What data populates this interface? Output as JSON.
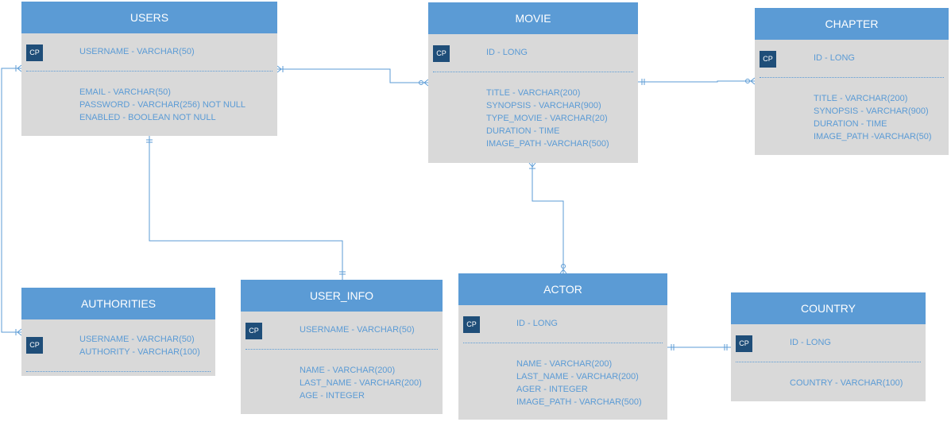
{
  "colors": {
    "header": "#5b9bd5",
    "body": "#d9d9d9",
    "badge": "#1f4e79",
    "line": "#5b9bd5"
  },
  "entities": {
    "users": {
      "title": "USERS",
      "badge": "CP",
      "pk": "USERNAME - VARCHAR(50)",
      "attrs": [
        "EMAIL - VARCHAR(50)",
        "PASSWORD - VARCHAR(256) NOT NULL",
        "ENABLED - BOOLEAN NOT NULL"
      ]
    },
    "movie": {
      "title": "MOVIE",
      "badge": "CP",
      "pk": "ID - LONG",
      "attrs": [
        "TITLE - VARCHAR(200)",
        "SYNOPSIS - VARCHAR(900)",
        "TYPE_MOVIE - VARCHAR(20)",
        "DURATION - TIME",
        "IMAGE_PATH -VARCHAR(500)"
      ]
    },
    "chapter": {
      "title": "CHAPTER",
      "badge": "CP",
      "pk": "ID - LONG",
      "attrs": [
        "TITLE - VARCHAR(200)",
        "SYNOPSIS - VARCHAR(900)",
        "DURATION - TIME",
        "IMAGE_PATH -VARCHAR(50)"
      ]
    },
    "authorities": {
      "title": "AUTHORITIES",
      "badge": "CP",
      "pk_lines": [
        "USERNAME - VARCHAR(50)",
        "AUTHORITY - VARCHAR(100)"
      ]
    },
    "user_info": {
      "title": "USER_INFO",
      "badge": "CP",
      "pk": "USERNAME - VARCHAR(50)",
      "attrs": [
        "NAME - VARCHAR(200)",
        "LAST_NAME - VARCHAR(200)",
        "AGE - INTEGER"
      ]
    },
    "actor": {
      "title": "ACTOR",
      "badge": "CP",
      "pk": "ID  - LONG",
      "attrs": [
        "NAME - VARCHAR(200)",
        "LAST_NAME - VARCHAR(200)",
        "AGER - INTEGER",
        "IMAGE_PATH - VARCHAR(500)"
      ]
    },
    "country": {
      "title": "COUNTRY",
      "badge": "CP",
      "pk": "ID  - LONG",
      "attrs": [
        "COUNTRY - VARCHAR(100)"
      ]
    }
  },
  "relationships": [
    {
      "from": "USERS",
      "to": "MOVIE",
      "from_end": "one-or-many",
      "to_end": "zero-or-many"
    },
    {
      "from": "MOVIE",
      "to": "CHAPTER",
      "from_end": "exactly-one",
      "to_end": "zero-or-many"
    },
    {
      "from": "USERS",
      "to": "AUTHORITIES",
      "from_end": "one-or-many",
      "to_end": "one-or-many"
    },
    {
      "from": "USERS",
      "to": "USER_INFO",
      "from_end": "exactly-one",
      "to_end": "exactly-one"
    },
    {
      "from": "MOVIE",
      "to": "ACTOR",
      "from_end": "one-or-many",
      "to_end": "zero-or-one"
    },
    {
      "from": "ACTOR",
      "to": "COUNTRY",
      "from_end": "exactly-one",
      "to_end": "exactly-one"
    }
  ]
}
